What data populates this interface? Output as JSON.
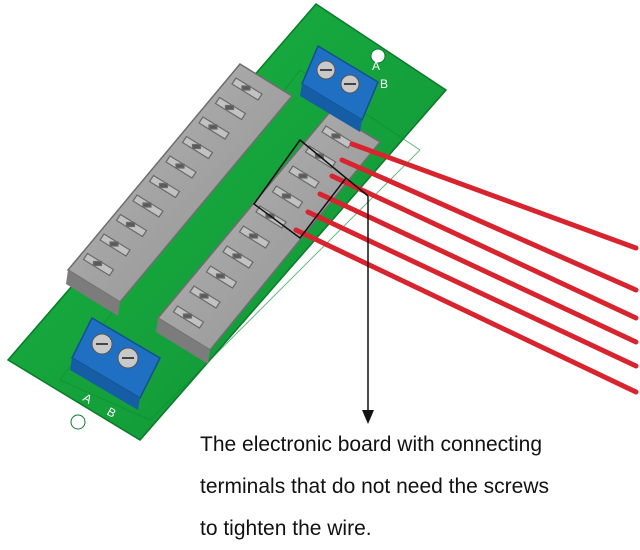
{
  "caption": {
    "line1": "The electronic board with connecting",
    "line2": "terminals that do not need the screws",
    "line3": "to tighten the wire."
  },
  "board_labels": {
    "top_a": "A",
    "top_b": "B",
    "bottom_a": "A",
    "bottom_b": "B"
  },
  "colors": {
    "pcb": "#12a53a",
    "block_gray": "#a4a4a4",
    "screw_terminal": "#1f6fc2",
    "wire": "#d8242e"
  }
}
